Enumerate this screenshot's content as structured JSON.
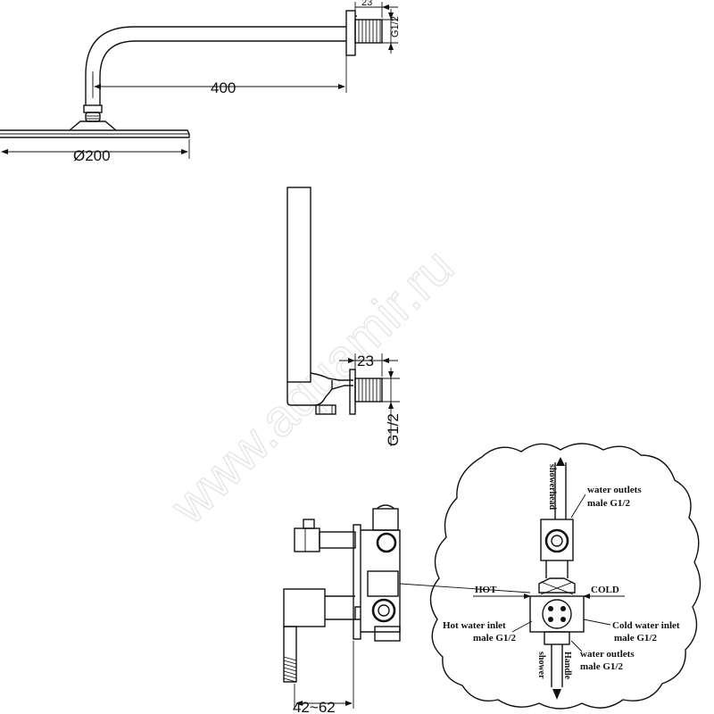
{
  "watermark": "www.aquamir.ru",
  "shower_arm": {
    "dim_arm_length": "400",
    "dim_head_diameter": "Ø200",
    "dim_flange_depth": "23",
    "dim_thread": "G1/2"
  },
  "wall_outlet": {
    "dim_flange_depth": "23",
    "dim_thread": "G1/2"
  },
  "valve": {
    "dim_depth_range": "42~62",
    "labels": {
      "showerhead": "showerhead",
      "top_outlet_line1": "water outlets",
      "top_outlet_line2": "male G1/2",
      "hot": "HOT",
      "cold": "COLD",
      "hot_inlet_line1": "Hot water inlet",
      "hot_inlet_line2": "male G1/2",
      "cold_inlet_line1": "Cold water inlet",
      "cold_inlet_line2": "male G1/2",
      "bottom_outlet_line1": "water outlets",
      "bottom_outlet_line2": "male G1/2",
      "handle_shower_line1": "Handle",
      "handle_shower_line2": "shower"
    }
  }
}
